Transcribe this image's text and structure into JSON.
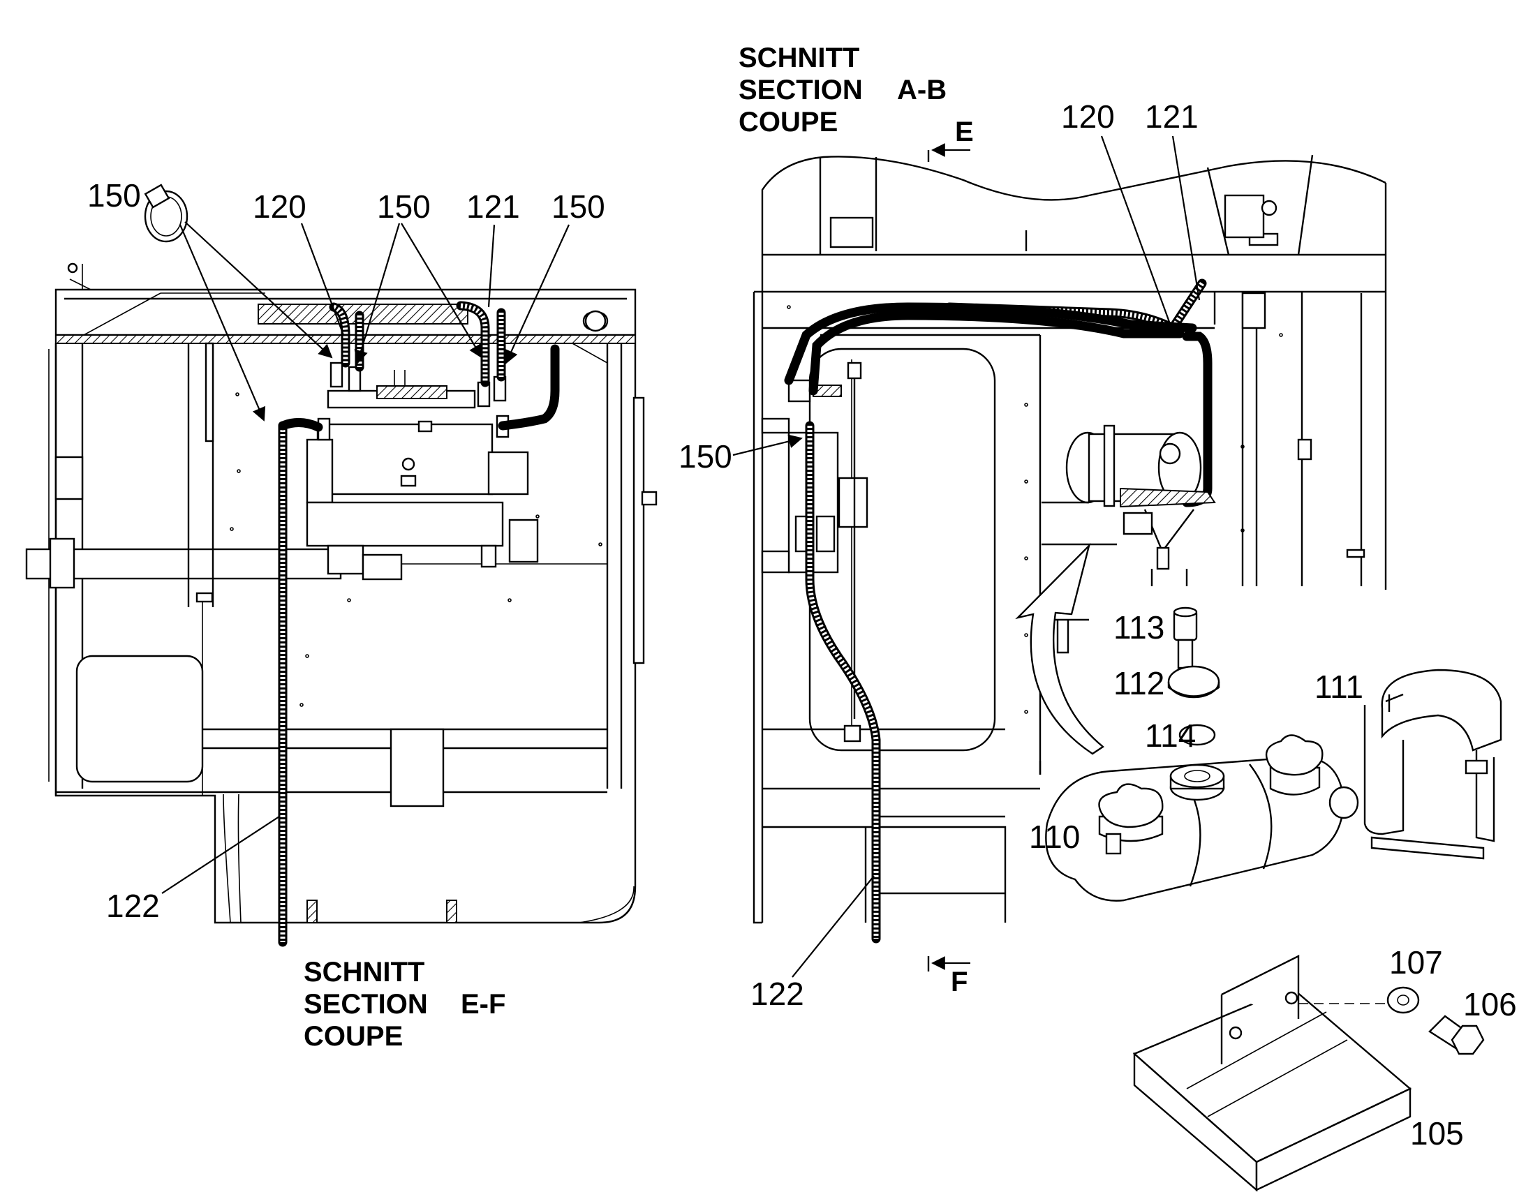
{
  "section_ef": {
    "line1": "SCHNITT",
    "line2": "SECTION",
    "line3": "COUPE",
    "id": "E-F"
  },
  "section_ab": {
    "line1": "SCHNITT",
    "line2": "SECTION",
    "line3": "COUPE",
    "id": "A-B"
  },
  "markers": {
    "top": "E",
    "bottom": "F"
  },
  "callouts_left": {
    "clamp": "150",
    "hose_120": "120",
    "clamp_pair": "150",
    "hose_121": "121",
    "clamp_right": "150",
    "hose_122": "122"
  },
  "callouts_right": {
    "hose_120": "120",
    "hose_121": "121",
    "clamp": "150",
    "hose_122": "122"
  },
  "callouts_parts": {
    "screw": "113",
    "cover": "112",
    "ring": "114",
    "tank": "110",
    "strap": "111",
    "washer": "107",
    "bolt": "106",
    "bracket": "105"
  }
}
